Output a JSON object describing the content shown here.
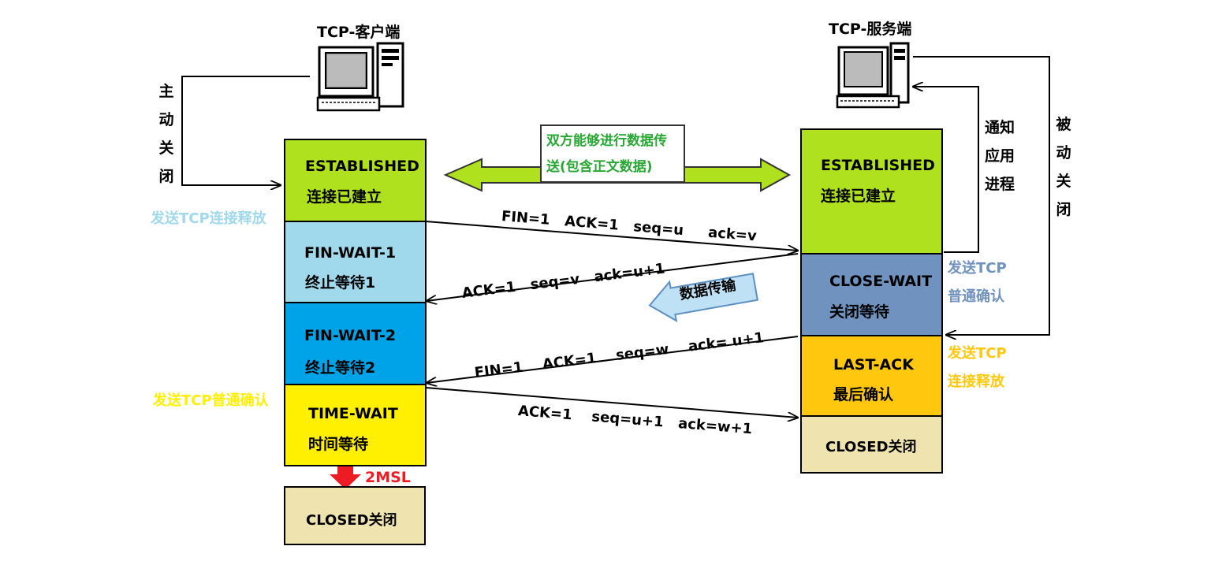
{
  "client": {
    "title": "TCP-客户端",
    "action": "主动关闭",
    "action_chars": [
      "主",
      "动",
      "关",
      "闭"
    ],
    "note_send_fin": "发送TCP连接释放",
    "note_send_ack": "发送TCP普通确认",
    "states": [
      {
        "en": "ESTABLISHED",
        "cn": "连接已建立",
        "color": "#b0e11f"
      },
      {
        "en": "FIN-WAIT-1",
        "cn": "终止等待1",
        "color": "#9fd9eb"
      },
      {
        "en": "FIN-WAIT-2",
        "cn": "终止等待2",
        "color": "#00a3e8"
      },
      {
        "en": "TIME-WAIT",
        "cn": "时间等待",
        "color": "#ffef00"
      }
    ],
    "wait_label": "2MSL",
    "closed": {
      "label": "CLOSED关闭",
      "color": "#efe4b0"
    }
  },
  "server": {
    "title": "TCP-服务端",
    "notify": "通知应用进程",
    "notify_lines": [
      "通知",
      "应用",
      "进程"
    ],
    "action": "被动关闭",
    "action_chars": [
      "被",
      "动",
      "关",
      "闭"
    ],
    "note_send_ack": "发送TCP普通确认",
    "note_send_ack_lines": [
      "发送TCP",
      "普通确认"
    ],
    "note_send_fin": "发送TCP连接释放",
    "note_send_fin_lines": [
      "发送TCP",
      "连接释放"
    ],
    "states": [
      {
        "en": "ESTABLISHED",
        "cn": "连接已建立",
        "color": "#b0e11f"
      },
      {
        "en": "CLOSE-WAIT",
        "cn": "关闭等待",
        "color": "#7092be"
      },
      {
        "en": "LAST-ACK",
        "cn": "最后确认",
        "color": "#ffc80e"
      }
    ],
    "closed": {
      "label": "CLOSED关闭",
      "color": "#efe4b0"
    }
  },
  "data_banner": "双方能够进行数据传送(包含正文数据)",
  "data_banner_lines": [
    "双方能够进行数据传",
    "送(包含正文数据)"
  ],
  "data_transfer": "数据传输",
  "messages": [
    {
      "text": "FIN=1   ACK=1   seq=u     ack=v"
    },
    {
      "text": "ACK=1   seq=v   ack=u+1"
    },
    {
      "text": "FIN=1    ACK=1    seq=w    ack= u+1"
    },
    {
      "text": "ACK=1    seq=u+1   ack=w+1"
    }
  ],
  "colors": {
    "note_client_fin": "#9fd9eb",
    "note_client_ack": "#ffef00",
    "note_server_ack": "#7092be",
    "note_server_fin": "#ffc80e",
    "banner_arrow": "#b0e11f",
    "banner_text": "#27a833",
    "wait_arrow": "#ed1c24",
    "transfer_arrow": "#bfe1f5"
  }
}
